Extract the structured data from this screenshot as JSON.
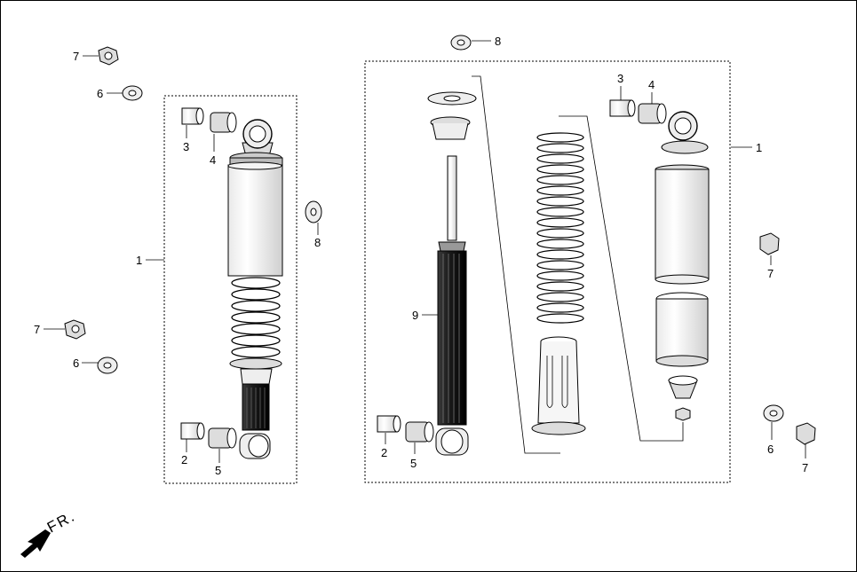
{
  "labels": {
    "n1_left": "1",
    "n1_right": "1",
    "n2_left": "2",
    "n2_right": "2",
    "n3_left": "3",
    "n3_right": "3",
    "n4_left": "4",
    "n4_right": "4",
    "n5_left": "5",
    "n5_right": "5",
    "n6_top": "6",
    "n6_mid": "6",
    "n6_right": "6",
    "n7_top": "7",
    "n7_mid": "7",
    "n7_right_upper": "7",
    "n7_right_lower": "7",
    "n8_top": "8",
    "n8_mid": "8",
    "n9": "9"
  },
  "direction": {
    "text": "FR."
  }
}
